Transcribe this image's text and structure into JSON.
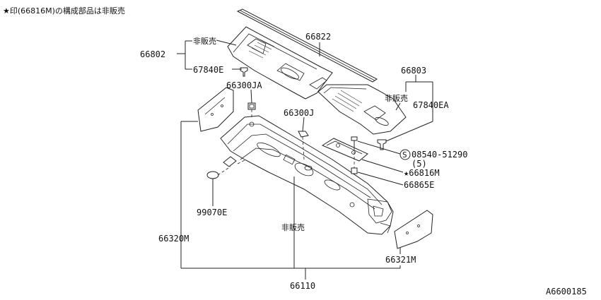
{
  "header_note": "★印(66816M)の構成部品は非販売",
  "catalog_code": "A6600185",
  "labels": {
    "p66802": "66802",
    "not_sold_1": "非販売",
    "p67840E": "67840E",
    "p66822": "66822",
    "p66803": "66803",
    "not_sold_2": "非販売",
    "p67840EA": "67840EA",
    "p66300JA": "66300JA",
    "p66300J": "66300J",
    "p08540": "08540-51290",
    "qty5": "(5)",
    "p66816M": "★66816M",
    "p66865E": "66865E",
    "p99070E": "99070E",
    "not_sold_3": "非販売",
    "p66320M": "66320M",
    "p66321M": "66321M",
    "p66110": "66110",
    "screw_symbol": "S"
  }
}
